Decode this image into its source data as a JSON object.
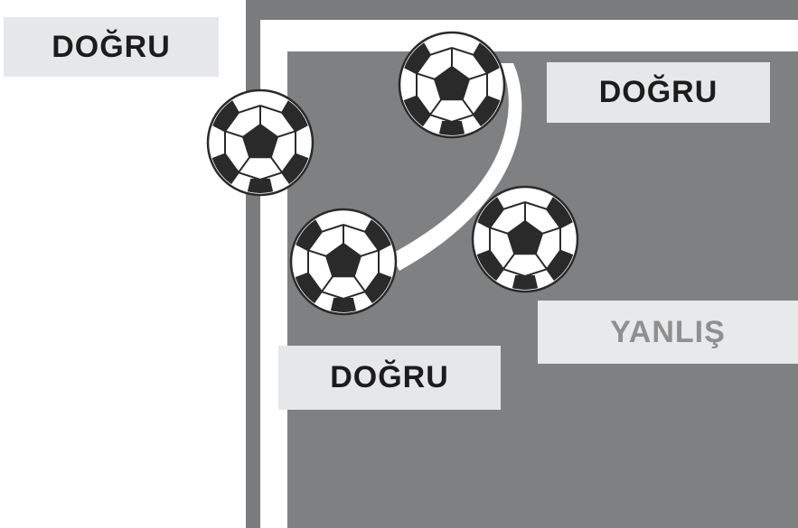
{
  "labels": {
    "top_left": "DOĞRU",
    "top_right": "DOĞRU",
    "bottom_left": "DOĞRU",
    "bottom_right": "YANLIŞ"
  },
  "colors": {
    "field_outer": "#7a7b7d",
    "field_inner": "#7f8082",
    "line": "#ffffff",
    "label_bg": "#e6e7e9",
    "text_correct": "#1c1c1c",
    "text_wrong": "#8f8f8f"
  },
  "icons": {
    "ball": "soccer-ball-icon"
  }
}
